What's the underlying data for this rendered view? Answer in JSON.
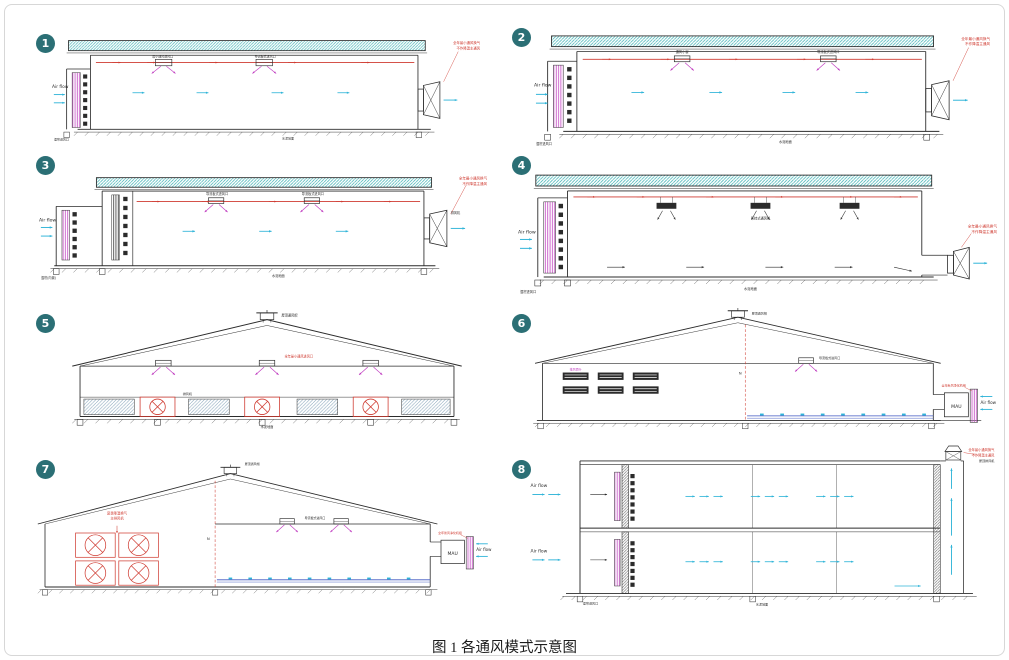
{
  "caption": "图 1 各通风模式示意图",
  "colors": {
    "teal": "#45b4b6",
    "red": "#cf3a30",
    "magenta": "#c03ec0",
    "cyan": "#2fb4d8",
    "dark": "#2b2b2b",
    "blue": "#3d56c0",
    "hatch": "#7d9db5",
    "badge": "#2b6f75"
  },
  "panels": [
    {
      "id": "mode-1",
      "number": "1",
      "labels": {
        "airflow": "Air flow",
        "inlet1": "最小通风进风口",
        "inlet2": "导流板式进风口",
        "note1": "全年最小通风换气",
        "note2": "不作降温主通风",
        "pad": "湿帘进风口",
        "floor": "水泥地面"
      }
    },
    {
      "id": "mode-2",
      "number": "2",
      "labels": {
        "airflow": "Air flow",
        "inlet1": "通风小窗",
        "inlet2": "导流板式进风口",
        "note1": "全年最小通风换气",
        "note2": "不作降温主通风",
        "pad": "湿帘进风口",
        "floor": "水泥地面"
      }
    },
    {
      "id": "mode-3",
      "number": "3",
      "labels": {
        "airflow": "Air flow",
        "inlet1": "导流板式进风口",
        "inlet2": "导流板式进风口",
        "fan": "排风机",
        "note1": "全年最小通风换气",
        "note2": "不作降温主通风",
        "pad": "湿帘(内置)",
        "floor": "水泥地面"
      }
    },
    {
      "id": "mode-4",
      "number": "4",
      "labels": {
        "airflow": "Air flow",
        "cfan": "吊挂式通风机",
        "note1": "全年最小通风换气",
        "note2": "不作降温主通风",
        "pad": "湿帘进风口",
        "floor": "水泥地面"
      }
    },
    {
      "id": "mode-5",
      "number": "5",
      "labels": {
        "ridge": "屋顶通风帽",
        "inlet": "全年最小通风进风口",
        "fan": "排风机",
        "floor": "水泥地面"
      }
    },
    {
      "id": "mode-6",
      "number": "6",
      "labels": {
        "louver": "排风百叶",
        "ridge": "屋顶通风帽",
        "diffuser": "导流板式进风口",
        "axis": "N",
        "mau": "MAU",
        "fresh": "全年新风净化机组",
        "airflow": "Air flow"
      }
    },
    {
      "id": "mode-7",
      "number": "7",
      "labels": {
        "fans1": "夏季降温换气",
        "fans2": "主排风机",
        "axis": "N",
        "ridge": "屋顶通风帽",
        "diffuser": "导流板式进风口",
        "mau": "MAU",
        "fresh": "全年新风净化机组",
        "airflow": "Air flow"
      }
    },
    {
      "id": "mode-8",
      "number": "8",
      "labels": {
        "airflow1": "Air flow",
        "airflow2": "Air flow",
        "pad": "湿帘进风口",
        "note1": "全年最小通风换气",
        "note2": "不作降温主通风",
        "fan": "屋顶排风机",
        "floor": "水泥地面"
      }
    }
  ]
}
